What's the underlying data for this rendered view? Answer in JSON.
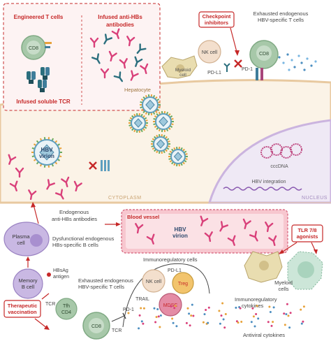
{
  "colors": {
    "red": "#c62828",
    "red_box_fill": "#fdf3f3",
    "cytoplasm": "#fbf3e7",
    "nucleus": "#efe9f5",
    "membrane": "#e8c9a0",
    "nucleus_membrane": "#cbb4df",
    "cd8": "#a7c8a9",
    "antibody": "#d9407a",
    "antibody_dark": "#2b6f7e",
    "virion_shell": "#5f9fbf",
    "mdsc": "#e48ca5",
    "treg": "#f2c46d",
    "myeloid": "#e9ddb0",
    "plasma_cell": "#c9b8e3",
    "nk_cell": "#f3dfcd",
    "blood_vessel": "#f7c7cf",
    "receptor": "#3f7d9a"
  },
  "labels": {
    "engineered_t_cells": "Engineered T cells",
    "infused_antibodies_line1": "Infused anti-HBs",
    "infused_antibodies_line2": "antibodies",
    "infused_tcr": "Infused soluble TCR",
    "checkpoint_line1": "Checkpoint",
    "checkpoint_line2": "inhibitors",
    "exhausted_top_line1": "Exhausted endogenous",
    "exhausted_top_line2": "HBV-specific T cells",
    "nk_cell": "NK cell",
    "myeloid_cell": "Myeloid",
    "myeloid_cell2": "cell",
    "pdl1": "PD-L1",
    "pd1": "PD-1",
    "cd8": "CD8",
    "hepatocyte": "Hepatocyte",
    "hbv": "HBV",
    "virion": "virion",
    "cccdna": "cccDNA",
    "hbv_integration": "HBV integration",
    "cytoplasm": "CYTOPLASM",
    "nucleus": "NUCLEUS",
    "endogenous_line1": "Endogenous",
    "endogenous_line2": "anti-HBs antibodies",
    "blood_vessel": "Blood vessel",
    "plasma_line1": "Plasma",
    "plasma_line2": "cell",
    "dysfunctional_line1": "Dysfunctional endogenous",
    "dysfunctional_line2": "HBs-specific B cells",
    "memory_line1": "Memory",
    "memory_line2": "B cell",
    "hbsag_line1": "HBsAg",
    "hbsag_line2": "antigen",
    "immunoregulatory_cells": "Immunoregulatory cells",
    "treg": "Treg",
    "mdsc": "MDSC",
    "trail": "TRAIL",
    "tlr_line1": "TLR 7/8",
    "tlr_line2": "agonists",
    "myeloid_cells_line1": "Myeloid",
    "myeloid_cells_line2": "cells",
    "immunoreg_cytokines_line1": "Immunoregulatory",
    "immunoreg_cytokines_line2": "cytokines",
    "antiviral_cytokines": "Antiviral cytokines",
    "tcr": "TCR",
    "tfh": "Tfh",
    "cd4": "CD4",
    "exhausted_bottom_line1": "Exhausted endogenous",
    "exhausted_bottom_line2": "HBV-specific T cells",
    "therapeutic_line1": "Therapeutic",
    "therapeutic_line2": "vaccination"
  }
}
